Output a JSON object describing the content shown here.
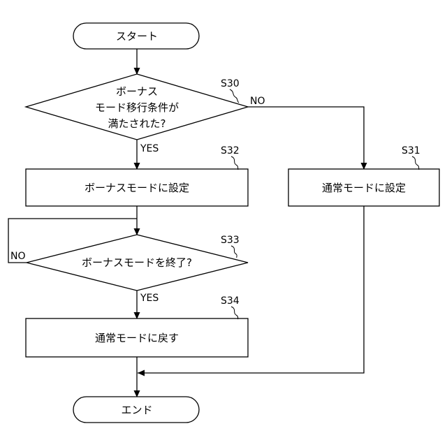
{
  "nodes": {
    "start": "スタート",
    "d1_line1": "ボーナス",
    "d1_line2": "モード移行条件が",
    "d1_line3": "満たされた?",
    "bonus_set": "ボーナスモードに設定",
    "normal_set": "通常モードに設定",
    "d2": "ボーナスモードを終了?",
    "return_normal": "通常モードに戻す",
    "end": "エンド"
  },
  "steps": {
    "s30": "S30",
    "s31": "S31",
    "s32": "S32",
    "s33": "S33",
    "s34": "S34"
  },
  "edges": {
    "d1_no": "NO",
    "d1_yes": "YES",
    "d2_no": "NO",
    "d2_yes": "YES"
  }
}
